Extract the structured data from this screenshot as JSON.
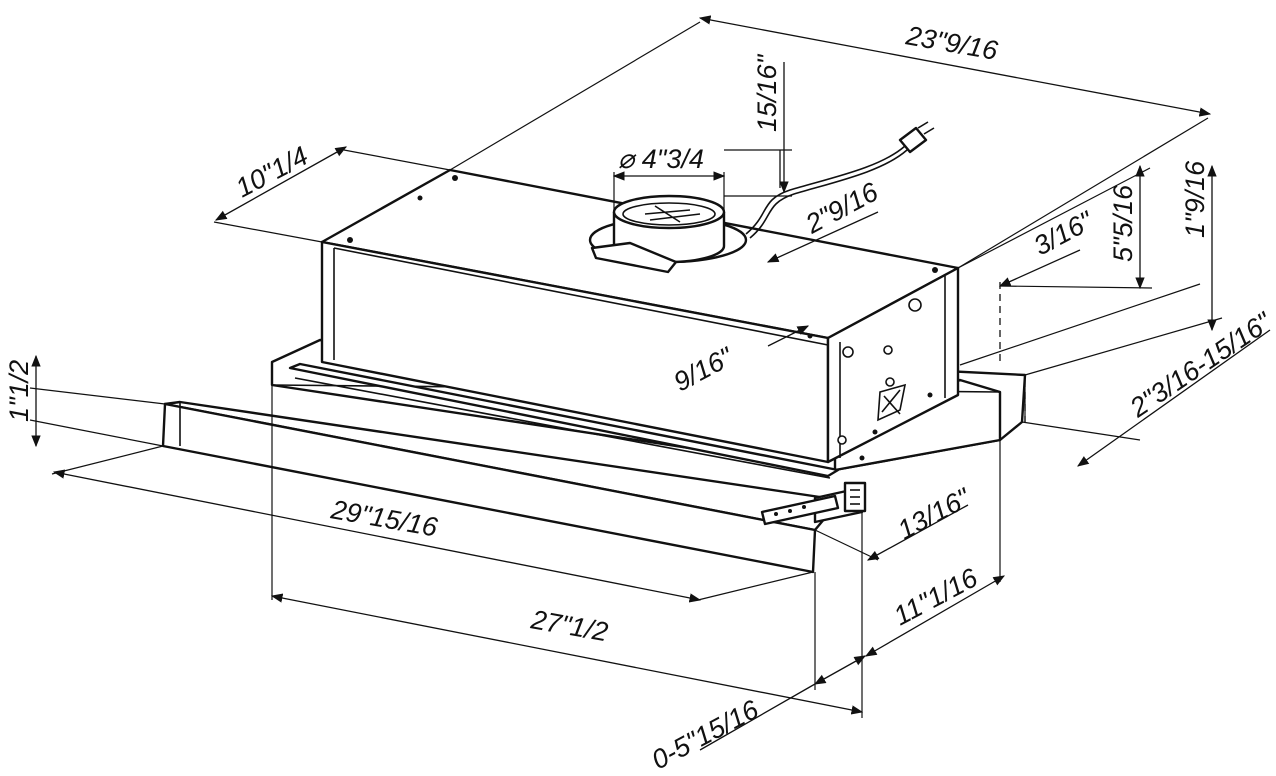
{
  "dimensions": {
    "overall_depth": "23\"9/16",
    "side_depth": "10\"1/4",
    "duct_diameter": "⌀ 4\"3/4",
    "collar_height": "15/16\"",
    "duct_offset": "2\"9/16",
    "rear_gap": "3/16\"",
    "body_height": "5\"5/16",
    "total_height": "1\"9/16",
    "range_depth": "2\"3/16-15/16\"",
    "visor_height": "1\"1/2",
    "front_width": "29\"15/16",
    "body_width": "27\"1/2",
    "side_offset": "9/16\"",
    "visor_gap": "13/16\"",
    "depth_front": "11\"1/16",
    "extension": "0-5\"15/16"
  },
  "colors": {
    "line": "#111111",
    "background": "#ffffff"
  }
}
